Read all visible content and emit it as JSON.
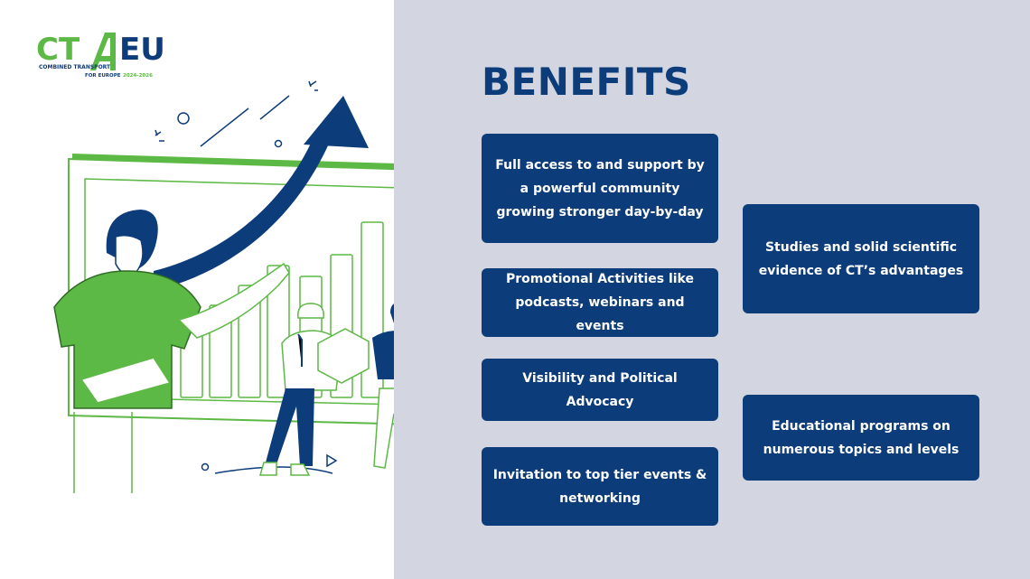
{
  "logo": {
    "part1": "CT",
    "part2": "EU",
    "line1": "COMBINED TRANSPORT",
    "line2_a": "FOR EUROPE",
    "line2_b": "2024-2026"
  },
  "title": "BENEFITS",
  "benefits_left": [
    "Full access to and support by a powerful community growing stronger day-by-day",
    "Promotional Activities like podcasts, webinars and events",
    "Visibility and Political Advocacy",
    "Invitation to top tier events & networking"
  ],
  "benefits_right": [
    "Studies and solid scientific evidence of CT’s advantages",
    "Educational programs on numerous topics and levels"
  ],
  "colors": {
    "navy": "#0d3c7a",
    "green": "#5db945",
    "panel": "#d3d6e0"
  }
}
